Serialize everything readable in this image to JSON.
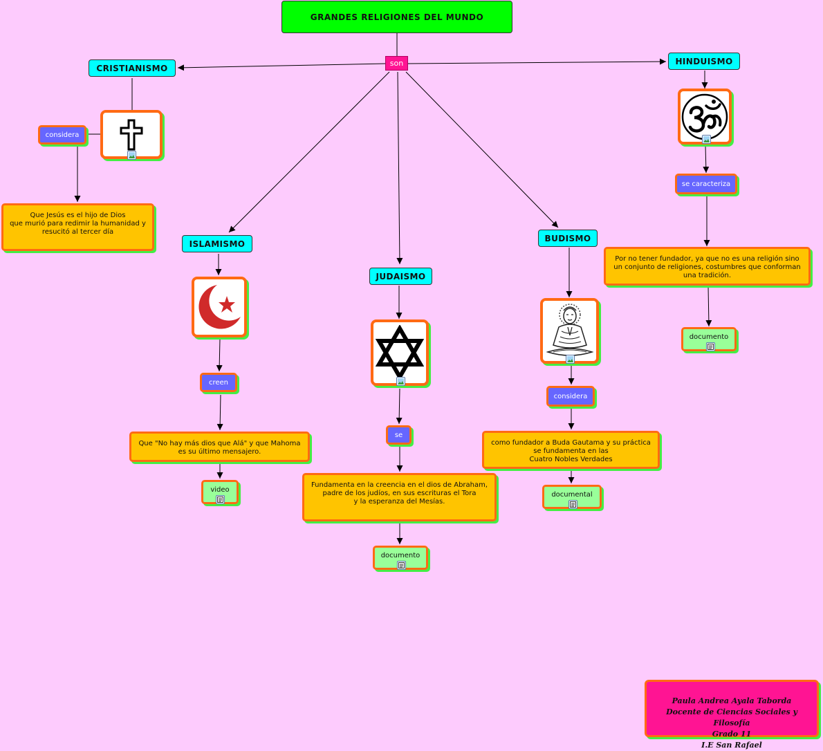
{
  "title": "GRANDES RELIGIONES DEL MUNDO",
  "linker": "son",
  "religions": {
    "cristianismo": "CRISTIANISMO",
    "hinduismo": "HINDUISMO",
    "islamismo": "ISLAMISMO",
    "judaismo": "JUDAISMO",
    "budismo": "BUDISMO"
  },
  "linking_phrases": {
    "cristianismo": "considera",
    "hinduismo": "se caracteriza",
    "islamismo": "creen",
    "judaismo": "se",
    "budismo": "considera"
  },
  "concepts": {
    "cristianismo": "Que Jesús es el hijo de Dios\nque murió para redimir la humanidad y\nresucitó al tercer día",
    "hinduismo": "Por no tener fundador, ya que  no es una religión sino\nun conjunto de religiones, costumbres que conforman\nuna tradición.",
    "islamismo": "Que \"No hay más dios que Alá\" y que Mahoma\nes su último mensajero.",
    "judaismo": "Fundamenta en la creencia en el dios de Abraham,\npadre de los judíos, en sus escrituras el Tora\ny la esperanza del Mesías.",
    "budismo": "como fundador a Buda Gautama y su práctica\nse fundamenta en las\nCuatro  Nobles Verdades"
  },
  "resources": {
    "hinduismo": "documento",
    "islamismo": "video",
    "judaismo": "documento",
    "budismo": "documental"
  },
  "author": "Paula Andrea Ayala Taborda\nDocente de Ciencias Sociales y Filosofía\nGrado 11\nI.E San Rafael",
  "colors": {
    "background": "#fdcbfd",
    "title": "#00ff00",
    "religion": "#00ffff",
    "linking_phrase": "#6666ff",
    "concept": "#ffc400",
    "resource": "#99ff99",
    "border": "#ff6a13",
    "shadow": "#44ee44",
    "linker": "#ff1493"
  },
  "icons": {
    "cristianismo": "cross-icon",
    "hinduismo": "om-icon",
    "islamismo": "crescent-star-icon",
    "judaismo": "star-of-david-icon",
    "budismo": "buddha-icon"
  }
}
